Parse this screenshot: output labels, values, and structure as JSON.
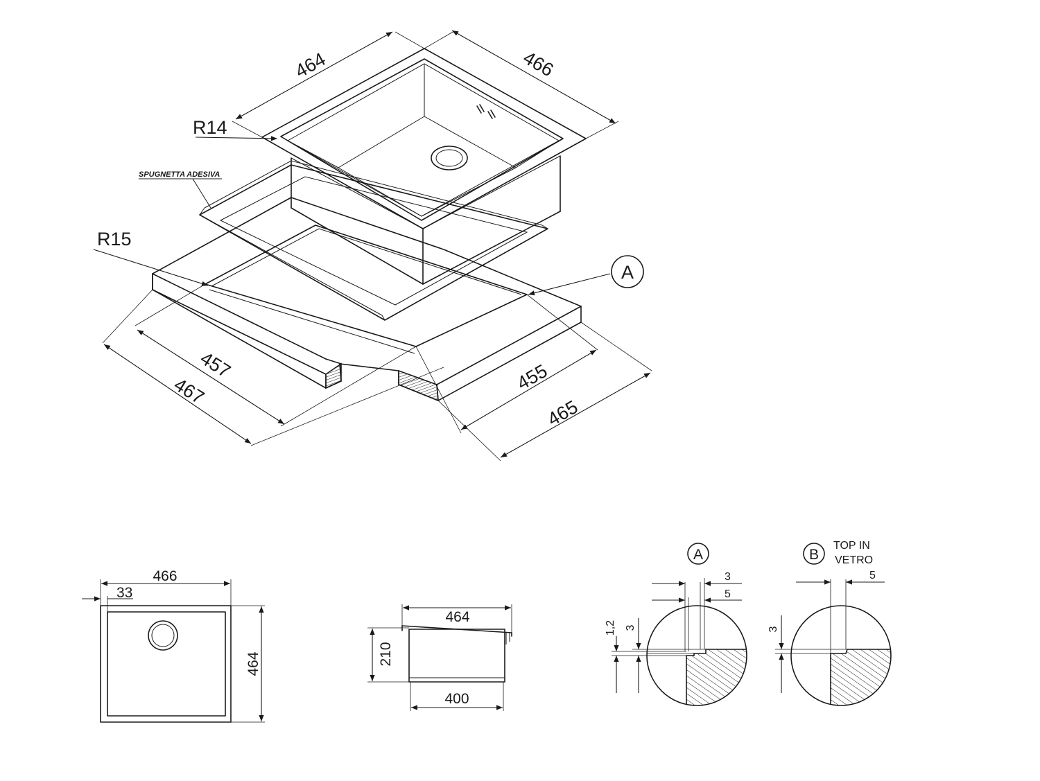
{
  "iso": {
    "dim_top_left": "464",
    "dim_top_right": "466",
    "radius_sink": "R14",
    "radius_cut": "R15",
    "adhesive_label": "SPUGNETTA ADESIVA",
    "detail_callout": "A",
    "dim_inner_left": "457",
    "dim_outer_left": "467",
    "dim_inner_right": "455",
    "dim_outer_right": "465"
  },
  "plan": {
    "width": "466",
    "flange": "33",
    "depth": "464"
  },
  "section": {
    "top_width": "464",
    "height": "210",
    "bottom_width": "400"
  },
  "detail_a": {
    "label": "A",
    "dim_3_top": "3",
    "dim_5": "5",
    "dim_1_2": "1,2",
    "dim_3_side": "3"
  },
  "detail_b": {
    "label": "B",
    "note_line1": "TOP IN",
    "note_line2": "VETRO",
    "dim_5": "5",
    "dim_3_side": "3"
  }
}
